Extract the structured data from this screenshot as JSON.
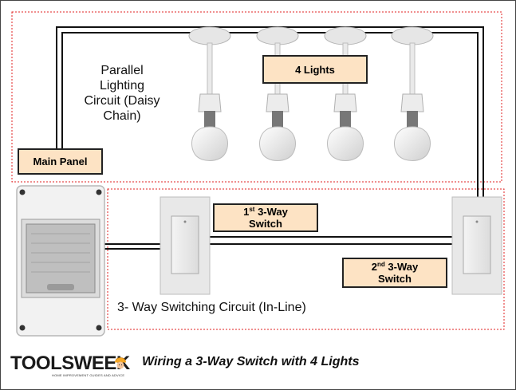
{
  "title": "Wiring a 3-Way Switch with 4 Lights",
  "labels": {
    "lights": "4 Lights",
    "main_panel": "Main Panel",
    "switch1": {
      "ordinal": "1",
      "suffix": "st",
      "line1": " 3-Way",
      "line2": "Switch"
    },
    "switch2": {
      "ordinal": "2",
      "suffix": "nd",
      "line1": " 3-Way",
      "line2": "Switch"
    }
  },
  "circuit_text": {
    "parallel": [
      "Parallel",
      "Lighting",
      "Circuit (Daisy",
      "Chain)"
    ],
    "three_way": "3- Way Switching Circuit (In-Line)"
  },
  "logo": {
    "brand": "TOOLSWEEK",
    "tagline": "HOME IMPROVEMENT GUIDES AND ADVICE",
    "badge_icon": "hardhat-worker-icon"
  },
  "colors": {
    "label_fill": "#fde3c4",
    "boundary": "#e02020",
    "wire": "#111111"
  }
}
